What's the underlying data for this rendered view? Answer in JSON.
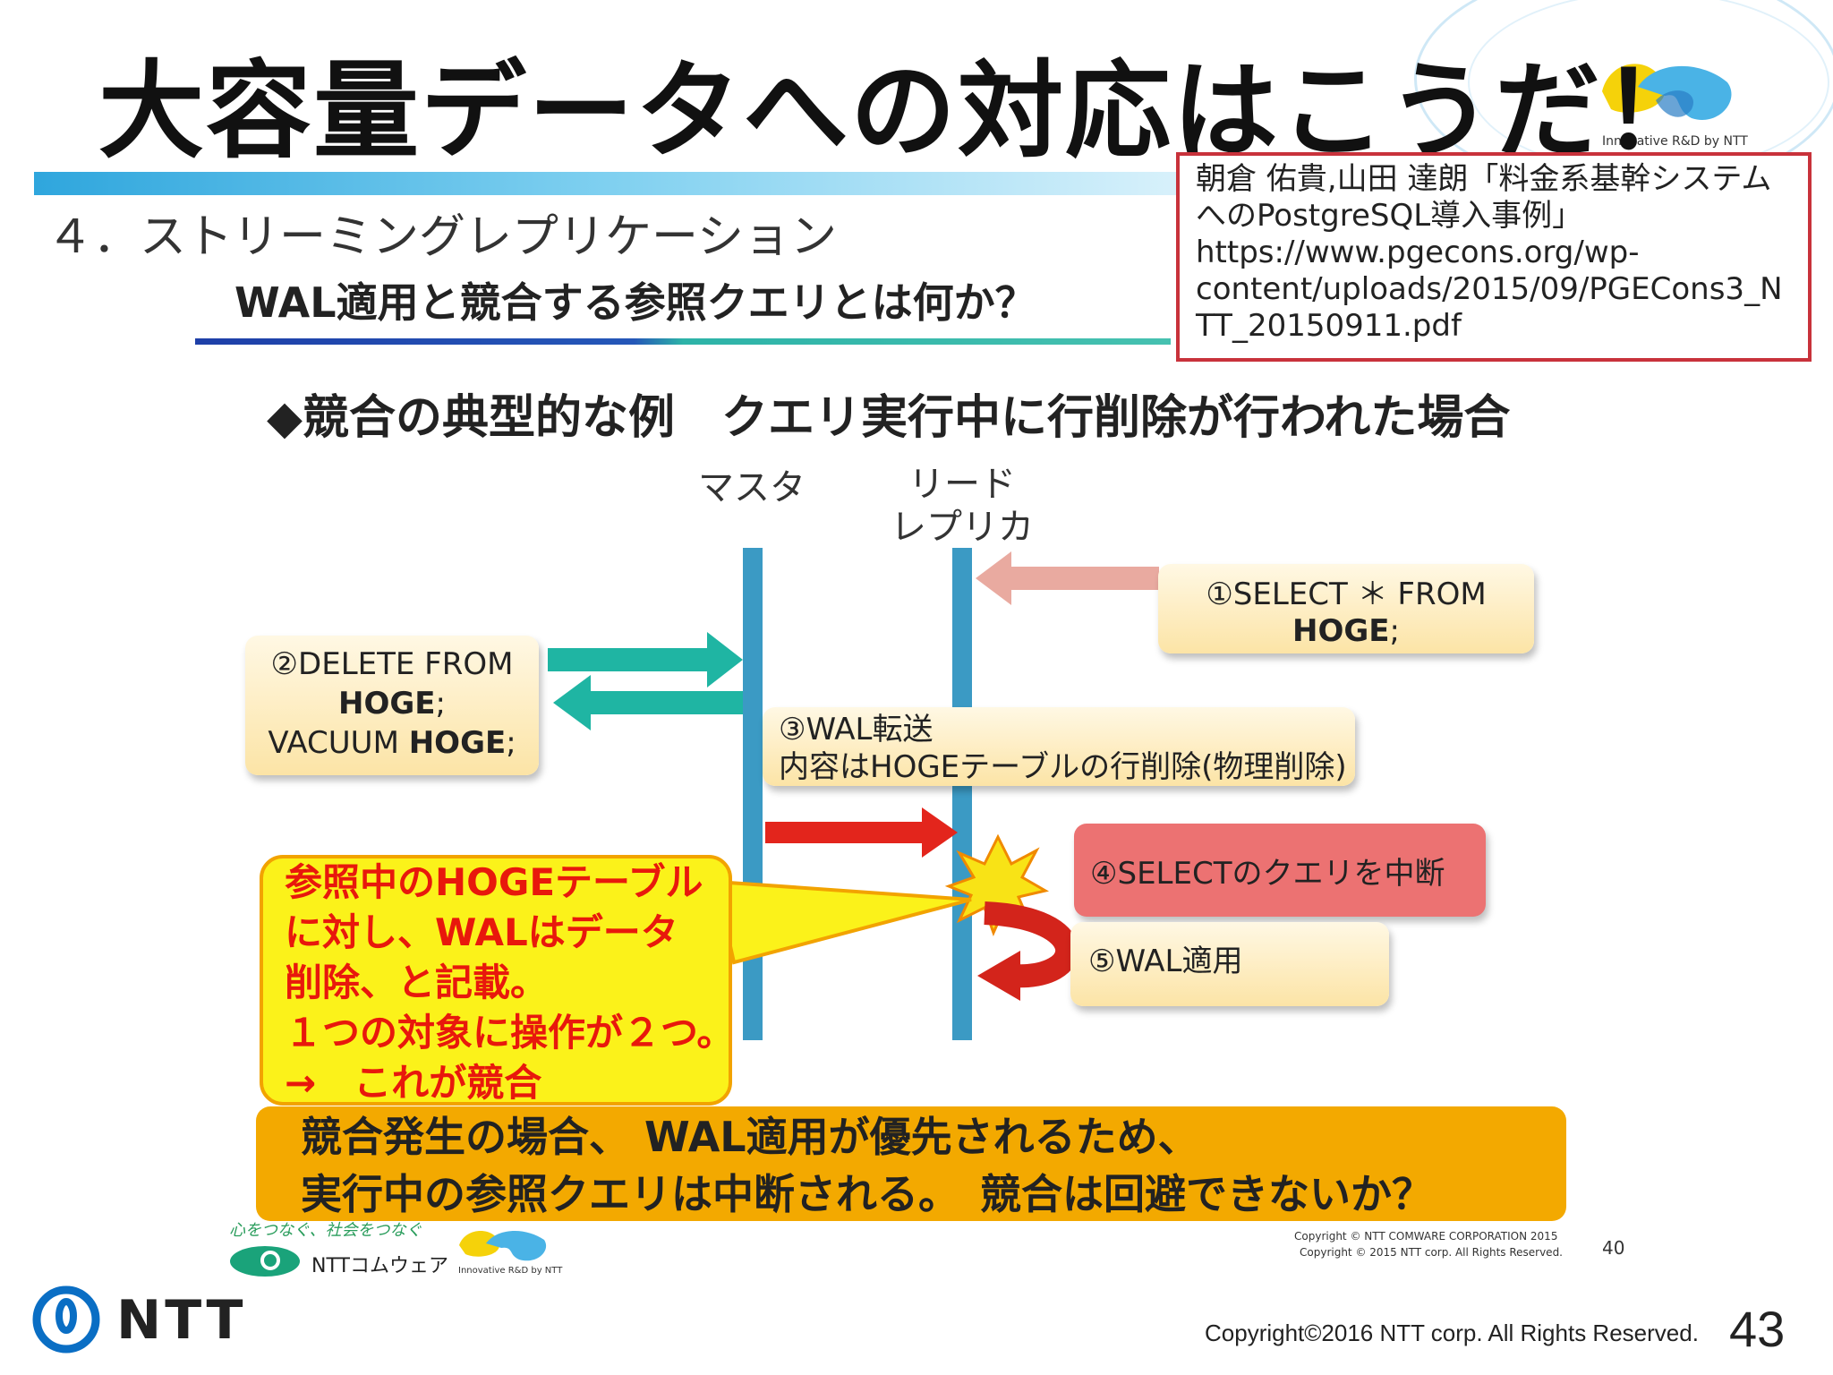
{
  "title": "大容量データへの対応はこうだ！",
  "logo_tagline": "Innovative R&D by NTT",
  "section": "４．ストリーミングレプリケーション",
  "subsection": "WAL適用と競合する参照クエリとは何か？",
  "reference": {
    "lines": [
      "朝倉 佑貴,山田 達朗「料金系基幹システム",
      "へのPostgreSQL導入事例」",
      "https://www.pgecons.org/wp-",
      "content/uploads/2015/09/PGECons3_N",
      "TT_20150911.pdf"
    ]
  },
  "heading": "◆競合の典型的な例　クエリ実行中に行削除が行われた場合",
  "diagram": {
    "master_label": "マスタ",
    "replica_label_1": "リード",
    "replica_label_2": "レプリカ",
    "step1": {
      "line1": "①SELECT ＊ FROM",
      "bold": "HOGE",
      "suffix": ";"
    },
    "step2": {
      "line1": "②DELETE FROM",
      "bold1": "HOGE",
      "suffix1": ";",
      "prefix3": "VACUUM ",
      "bold3": "HOGE",
      "suffix3": ";"
    },
    "step3": {
      "line1": "③WAL転送",
      "line2": "内容はHOGEテーブルの行削除(物理削除)"
    },
    "step4": "④SELECTのクエリを中断",
    "step5": "⑤WAL適用",
    "colors": {
      "lifeline": "#3b9ac4",
      "teal_arrow": "#1fb5a3",
      "pink_arrow": "#e9aaa0",
      "red_arrow": "#e3251c",
      "step4_fill": "#ec7272"
    }
  },
  "callout": {
    "lines": [
      "参照中のHOGEテーブル",
      "に対し、WALはデータ",
      "削除、と記載。",
      " １つの対象に操作が２つ。",
      "→　これが競合"
    ]
  },
  "conclusion": {
    "line1": "競合発生の場合、 WAL適用が優先されるため、",
    "line2": "実行中の参照クエリは中断される。　競合は回避できないか？"
  },
  "footer": {
    "slogan": "心をつなぐ、社会をつなぐ",
    "comware_logo": "NTTコムウェア",
    "innovative": "Innovative R&D by NTT",
    "copyright_1": "Copyright © NTT COMWARE CORPORATION 2015",
    "copyright_2": "Copyright © 2015 NTT corp. All Rights Reserved.",
    "inner_page": "40",
    "ntt_logo": "NTT",
    "copyright_main": "Copyright©2016  NTT corp. All Rights Reserved.",
    "page_number": "43"
  }
}
